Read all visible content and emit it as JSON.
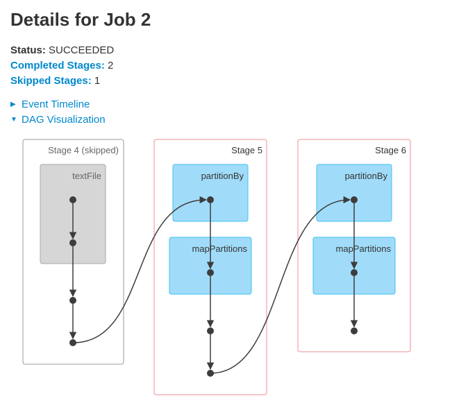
{
  "page": {
    "title": "Details for Job 2"
  },
  "summary": {
    "status_label": "Status:",
    "status_value": "SUCCEEDED",
    "completed_label": "Completed Stages:",
    "completed_value": "2",
    "skipped_label": "Skipped Stages:",
    "skipped_value": "1"
  },
  "toggles": {
    "event_timeline": "Event Timeline",
    "dag_visualization": "DAG Visualization"
  },
  "dag": {
    "stages": [
      {
        "label": "Stage 4 (skipped)",
        "skipped": true,
        "operations": [
          "textFile"
        ]
      },
      {
        "label": "Stage 5",
        "skipped": false,
        "operations": [
          "partitionBy",
          "mapPartitions"
        ]
      },
      {
        "label": "Stage 6",
        "skipped": false,
        "operations": [
          "partitionBy",
          "mapPartitions"
        ]
      }
    ]
  },
  "colors": {
    "link": "#0088cc",
    "skipped_border": "#999999",
    "skipped_fill": "#d6d6d6",
    "stage_border": "#f08c96",
    "operation_fill": "#a0dcfa",
    "operation_border": "#3ec0f0",
    "node": "#3d3d3d"
  }
}
